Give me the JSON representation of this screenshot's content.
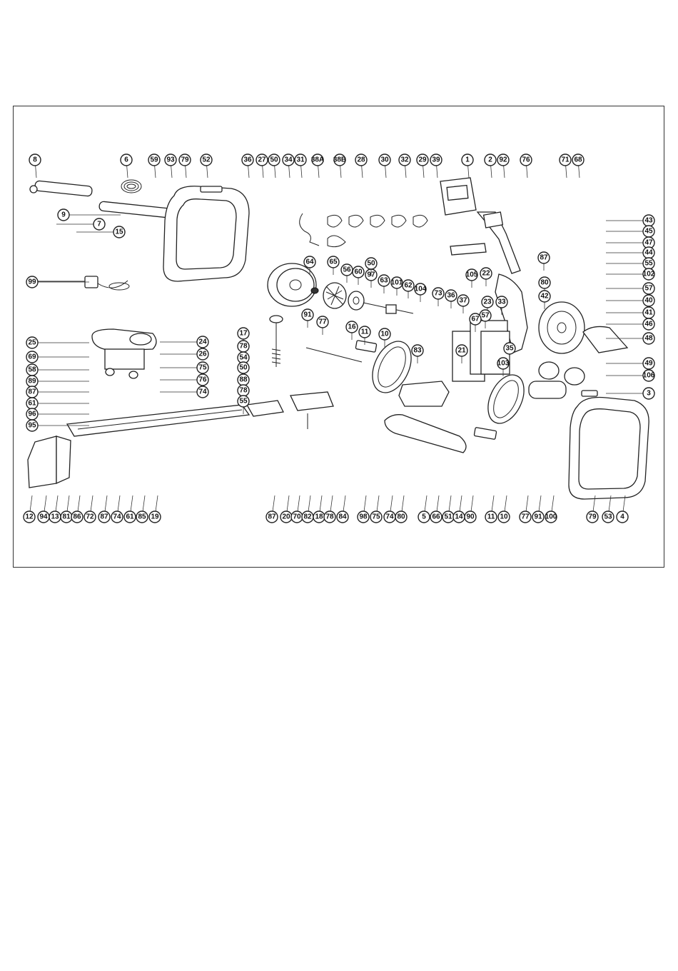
{
  "diagram": {
    "callouts_top": [
      "8",
      "6",
      "59",
      "93",
      "79",
      "52",
      "36",
      "27",
      "50",
      "34",
      "31",
      "38A",
      "38B",
      "28",
      "30",
      "32",
      "29",
      "39",
      "1",
      "2",
      "92",
      "76",
      "71",
      "68"
    ],
    "callouts_bottom": [
      "12",
      "94",
      "13",
      "81",
      "86",
      "72",
      "87",
      "74",
      "61",
      "85",
      "19",
      "87",
      "20",
      "70",
      "82",
      "18",
      "78",
      "84",
      "98",
      "75",
      "74",
      "80",
      "5",
      "66",
      "51",
      "14",
      "90",
      "11",
      "10",
      "77",
      "91",
      "100",
      "79",
      "53",
      "4"
    ],
    "callouts_right": [
      "43",
      "45",
      "47",
      "44",
      "55",
      "102",
      "57",
      "40",
      "41",
      "46",
      "48",
      "49",
      "106",
      "3"
    ],
    "callouts_left": [
      "9",
      "7",
      "15",
      "99",
      "25",
      "69",
      "58",
      "89",
      "87",
      "61",
      "96",
      "95",
      "24",
      "26",
      "75",
      "76",
      "74"
    ],
    "callouts_center": [
      "64",
      "65",
      "56",
      "60",
      "97",
      "63",
      "101",
      "62",
      "50",
      "104",
      "73",
      "36",
      "37",
      "23",
      "33",
      "57",
      "67",
      "21",
      "35",
      "103",
      "22",
      "87",
      "80",
      "42",
      "105",
      "17",
      "78",
      "54",
      "50",
      "88",
      "78",
      "55",
      "91",
      "77",
      "16",
      "11",
      "10",
      "83"
    ]
  }
}
